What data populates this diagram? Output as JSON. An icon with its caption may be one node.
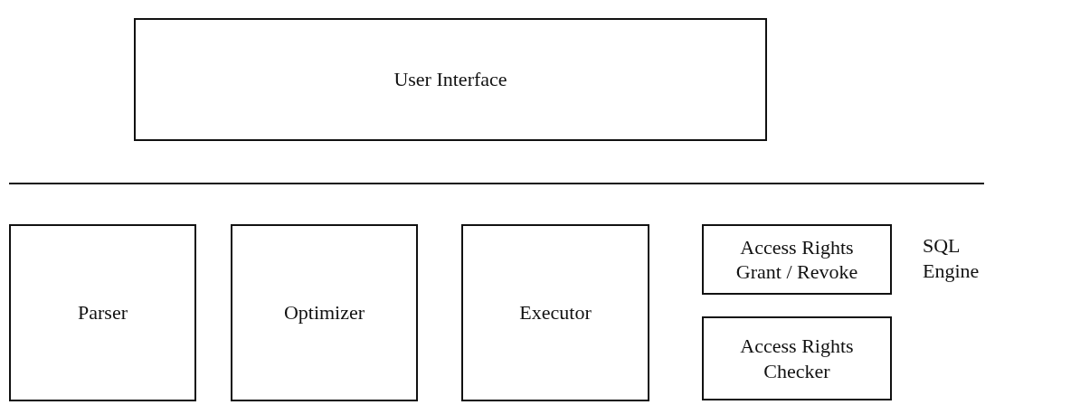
{
  "diagram": {
    "nodes": [
      {
        "text": [
          "User Interface"
        ]
      },
      {
        "text": [
          "Parser"
        ]
      },
      {
        "text": [
          "Optimizer"
        ]
      },
      {
        "text": [
          "Executor"
        ]
      },
      {
        "text": [
          "Access Rights Grant / Revoke"
        ]
      },
      {
        "text": [
          "Access Rights Checker"
        ]
      }
    ],
    "labels": [
      "SQL Engine"
    ]
  }
}
